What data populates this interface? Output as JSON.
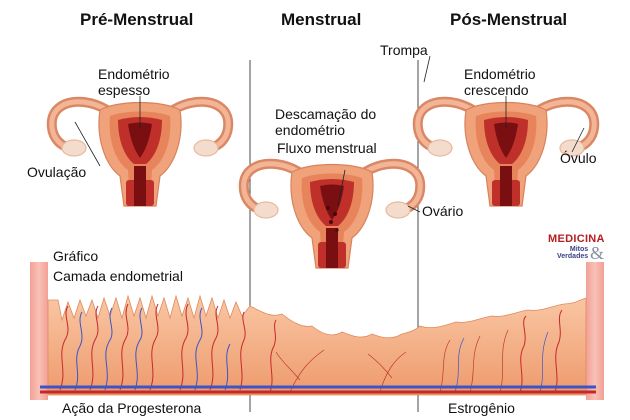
{
  "titles": {
    "pre": "Pré-Menstrual",
    "men": "Menstrual",
    "pos": "Pós-Menstrual"
  },
  "labels": {
    "endometrio_espesso": "Endométrio\nespesso",
    "ovulacao": "Ovulação",
    "trompa": "Trompa",
    "endometrio_crescendo": "Endométrio\ncrescendo",
    "ovulo": "Óvulo",
    "descamacao": "Descamação do\nendométrio",
    "fluxo": "Fluxo menstrual",
    "ovario": "Ovário"
  },
  "graph": {
    "title": "Gráfico",
    "subtitle": "Camada endometrial",
    "progesterone": "Ação da Progesterona",
    "estrogen": "Estrogênio"
  },
  "logo": {
    "brand": "MEDICINA",
    "sub": "Mitos\nVerdades",
    "amp": "&"
  },
  "colors": {
    "uterus_outer": "#f0a27a",
    "uterus_inner": "#c0302a",
    "cavity": "#7a0f12",
    "endometrium": "#f6b48e",
    "vessel_blue": "#3a55c9",
    "vessel_red": "#c62828",
    "divider": "#4a4a4a"
  }
}
